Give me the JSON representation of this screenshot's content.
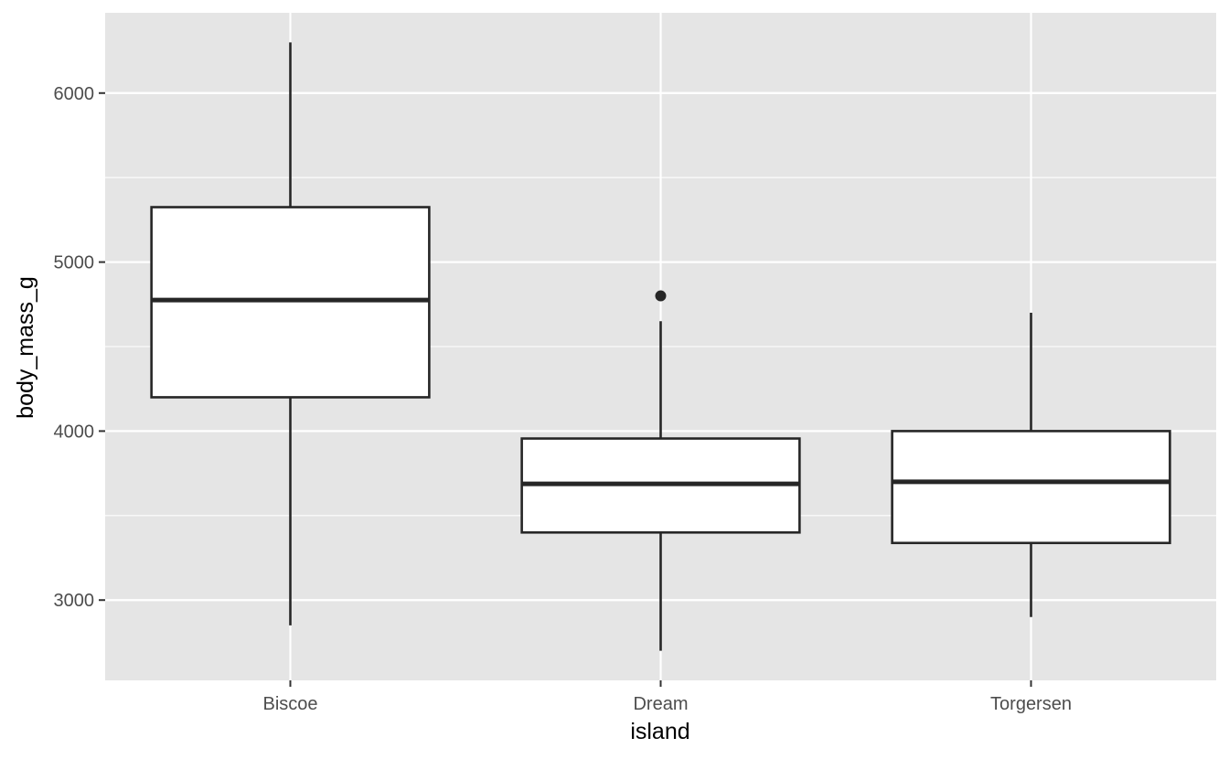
{
  "chart_data": {
    "type": "boxplot",
    "xlabel": "island",
    "ylabel": "body_mass_g",
    "ylim": [
      2525,
      6475
    ],
    "yticks": [
      3000,
      4000,
      5000,
      6000
    ],
    "yminor": [
      3500,
      4500,
      5500
    ],
    "grid": true,
    "categories": [
      "Biscoe",
      "Dream",
      "Torgersen"
    ],
    "boxes": [
      {
        "category": "Biscoe",
        "lower_whisker": 2850,
        "q1": 4200,
        "median": 4775,
        "q3": 5325,
        "upper_whisker": 6300,
        "outliers": []
      },
      {
        "category": "Dream",
        "lower_whisker": 2700,
        "q1": 3400,
        "median": 3687.5,
        "q3": 3956,
        "upper_whisker": 4650,
        "outliers": [
          4800
        ]
      },
      {
        "category": "Torgersen",
        "lower_whisker": 2900,
        "q1": 3338,
        "median": 3700,
        "q3": 4000,
        "upper_whisker": 4700,
        "outliers": []
      }
    ]
  },
  "colors": {
    "panel_background": "#e5e5e5",
    "grid": "#ffffff",
    "box_fill": "#ffffff",
    "box_stroke": "#262626"
  }
}
